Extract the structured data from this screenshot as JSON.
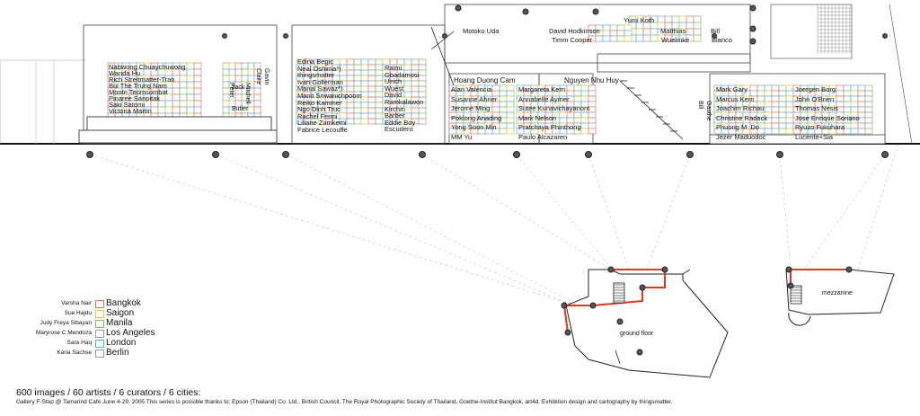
{
  "colors": {
    "Bangkok": "#e8734f",
    "Saigon": "#d9c94a",
    "Manila": "#79c45a",
    "LosAngeles": "#9d8fd6",
    "London": "#4db4d6",
    "Berlin": "#999999",
    "plan_highlight": "#d93a1f"
  },
  "legend": [
    {
      "curator": "Varsha Nair",
      "city": "Bangkok",
      "color": "#e8734f"
    },
    {
      "curator": "Sue Hajdu",
      "city": "Saigon",
      "color": "#d9c94a"
    },
    {
      "curator": "Judy Freya Sibayan",
      "city": "Manila",
      "color": "#79c45a"
    },
    {
      "curator": "Maryrose C Mendoza",
      "city": "Los Angeles",
      "color": "#9d8fd6"
    },
    {
      "curator": "Sara Haq",
      "city": "London",
      "color": "#4db4d6"
    },
    {
      "curator": "Karia Sachse",
      "city": "Berlin",
      "color": "#999999"
    }
  ],
  "panel1": [
    "Nabwong Chuaychuwong",
    "Wanda Hu",
    "Rich Streitmatter-Tran",
    "Bui The Trung Nam",
    "Montri Teomsombat",
    "Pinaree Sanpitak",
    "Saki Satomi",
    "Victoria Martin"
  ],
  "panel1_vertical": [
    "Peter",
    "Jack",
    "Mitchell",
    "Butler",
    "Claire",
    "Gavin"
  ],
  "panel2_left": [
    "Edina Begic",
    "Neal Oshima*)",
    "thingsmatter",
    "Ivan Gollerman",
    "Manal Sawaz*)",
    "Manit Sriwanichpoom",
    "Reiko Kammer",
    "Ngo Dinh Truc",
    "Rachel Fermi",
    "Liliane Zumkemi",
    "Fabrice Lecouffe"
  ],
  "panel2_right": [
    "Raimi",
    "Gbadamosi",
    "Ulrich",
    "Wuest",
    "David",
    "Ramkalawon",
    "Kirchin",
    "Barber",
    "Eddie Boy",
    "Escudero"
  ],
  "upper_labels": [
    "Motoko Uda",
    "David Hodkinson",
    "Timm Cooper",
    "Yumi Koth",
    "Matthias",
    "Wuelmke",
    "Bill",
    "Blanco"
  ],
  "header_labels": [
    "Hoang Duong Cam",
    "Nguyen Nhu Huy"
  ],
  "panel3": [
    "Alan Valencia",
    "Susanne Ahner",
    "Jerome Ming",
    "Poklong Anading",
    "Yong Soon Min",
    "MM Yu"
  ],
  "panel4": [
    "Margareta Kern",
    "Annabelle Aymer",
    "Sutee Kunavichayanont",
    "Mark Nelson",
    "Pratchaya Phinthong",
    "Paulo Alcazaren"
  ],
  "vert_small": [
    "Bill",
    "Gasthe"
  ],
  "panel5_left": [
    "Mark Gary",
    "Marcus Kern",
    "Joachim Richau",
    "Christine Radack",
    "Phuong M. Do",
    "Jezer Maduodoc"
  ],
  "panel5_right": [
    "Joergen Borg",
    "John O'Brien",
    "Thomas Nesis",
    "Jose Enrique Soriano",
    "Ryuzo Fukuhara",
    "Lucente+Sia"
  ],
  "plans": {
    "ground": "ground floor",
    "mezzanine": "mezzanine"
  },
  "footer": {
    "title": "600 images / 60 artists / 6 curators / 6 cities:",
    "credits": "Gallery F-Stop @ Tamarind Café June 4-29, 2005    This series is possible thanks to: Epson (Thailand) Co. Ltd.,  British Council, The Royal Photographic Society of Thailand, Goethe-Institut Bangkok, art4d.    Exhibition design and cartography by thingsmatter."
  }
}
